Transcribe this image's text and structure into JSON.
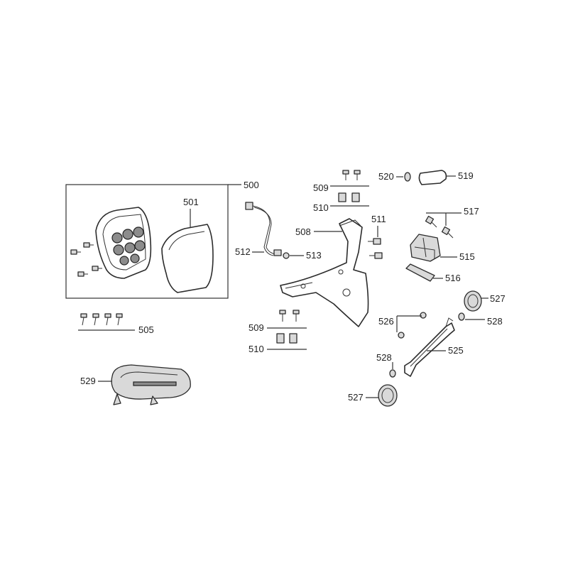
{
  "colors": {
    "line": "#333333",
    "text": "#222222",
    "part_fill": "#d9d9d9",
    "background": "#ffffff"
  },
  "labels": {
    "l500": "500",
    "l501": "501",
    "l505": "505",
    "l508": "508",
    "l509a": "509",
    "l510a": "510",
    "l509b": "509",
    "l510b": "510",
    "l511": "511",
    "l512": "512",
    "l513": "513",
    "l515": "515",
    "l516": "516",
    "l517": "517",
    "l519": "519",
    "l520": "520",
    "l525": "525",
    "l526": "526",
    "l527a": "527",
    "l527b": "527",
    "l528a": "528",
    "l528b": "528",
    "l529": "529"
  }
}
